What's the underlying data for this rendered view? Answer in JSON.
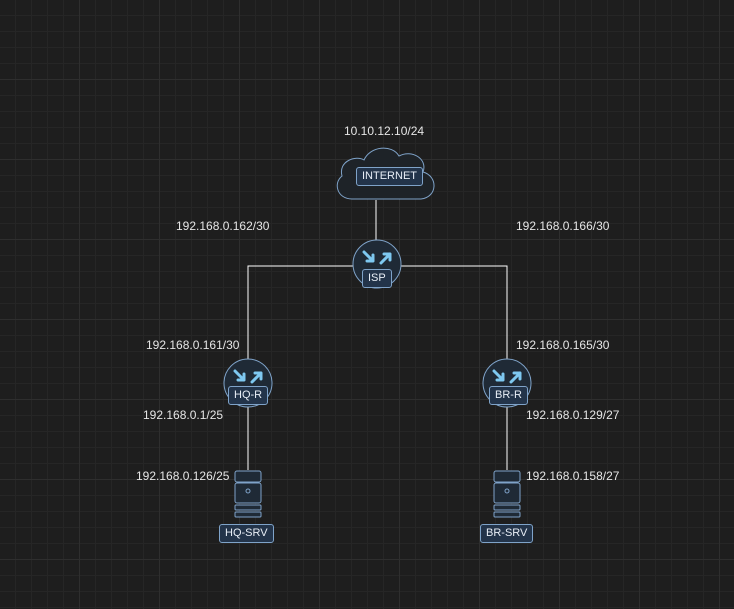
{
  "nodes": {
    "internet": {
      "label": "INTERNET",
      "ip": "10.10.12.10/24"
    },
    "isp": {
      "label": "ISP",
      "ip_left": "192.168.0.162/30",
      "ip_right": "192.168.0.166/30"
    },
    "hq_r": {
      "label": "HQ-R",
      "ip_up": "192.168.0.161/30",
      "ip_down": "192.168.0.1/25"
    },
    "br_r": {
      "label": "BR-R",
      "ip_up": "192.168.0.165/30",
      "ip_down": "192.168.0.129/27"
    },
    "hq_srv": {
      "label": "HQ-SRV",
      "ip": "192.168.0.126/25"
    },
    "br_srv": {
      "label": "BR-SRV",
      "ip": "192.168.0.158/27"
    }
  },
  "colors": {
    "background": "#1e1e1e",
    "link": "#ffffff",
    "device_outline": "#7fa3c9",
    "device_arrow": "#7ec8f0",
    "label_fill": "#23344a"
  },
  "icons": {
    "internet": "cloud-icon",
    "routers": "router-icon",
    "servers": "server-icon"
  }
}
